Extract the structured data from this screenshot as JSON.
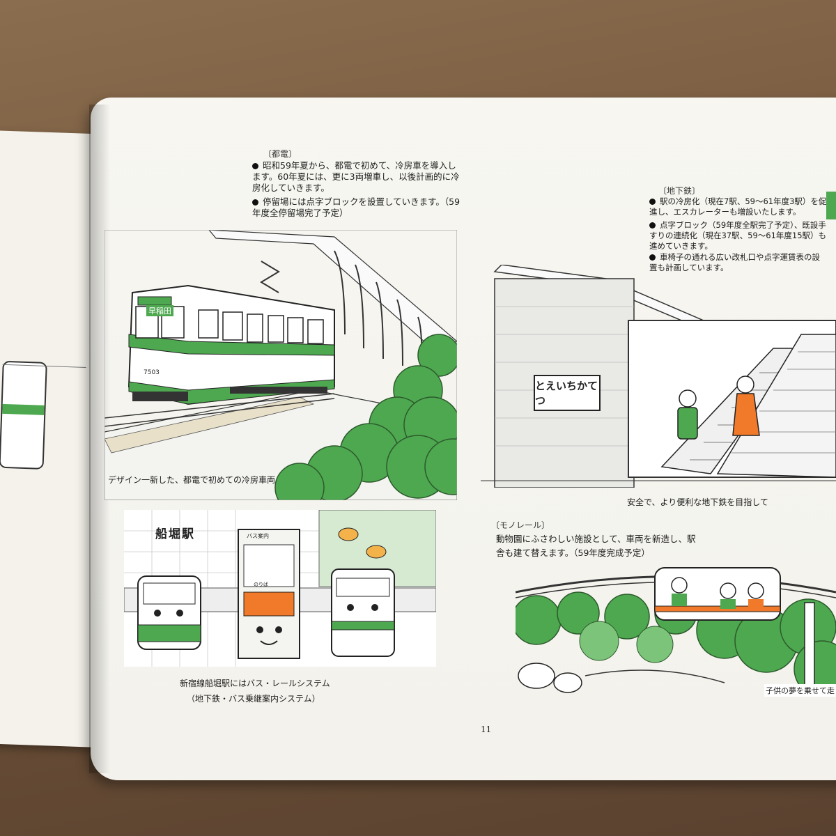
{
  "toden": {
    "heading": "〔都電〕",
    "bullet1": "昭和59年夏から、都電で初めて、冷房車を導入します。60年夏には、更に3両増車し、以後計画的に冷房化していきます。",
    "bullet2": "停留場には点字ブロックを設置していきます。（59年度全停留場完了予定）",
    "caption": "デザイン一新した、都電で初めての冷房車両",
    "car_number": "7503",
    "car_destination": "早稲田"
  },
  "subway": {
    "heading": "〔地下鉄〕",
    "bullet1": "駅の冷房化（現在7駅、59〜61年度3駅）を促進し、エスカレーターも増設いたします。",
    "bullet2": "点字ブロック（59年度全駅完了予定）、既設手すりの連続化（現在37駅、59〜61年度15駅）も進めていきます。",
    "bullet3": "車椅子の通れる広い改札口や点字運賃表の設置も計画しています。",
    "sign": "とえいちかてつ",
    "caption": "安全で、より便利な地下鉄を目指して"
  },
  "funabori": {
    "station_sign": "船堀駅",
    "board_header": "バス案内",
    "board_footer": "のりば",
    "caption1": "新宿線船堀駅にはバス・レールシステム",
    "caption2": "（地下鉄・バス乗継案内システム）"
  },
  "monorail": {
    "heading": "〔モノレール〕",
    "body": "動物園にふさわしい施設として、車両を新造し、駅舎も建て替えます。（59年度完成予定）",
    "caption": "子供の夢を乗せて走"
  },
  "page_number": "11",
  "colors": {
    "accent_green": "#4da84f",
    "orange": "#f07a2a"
  }
}
